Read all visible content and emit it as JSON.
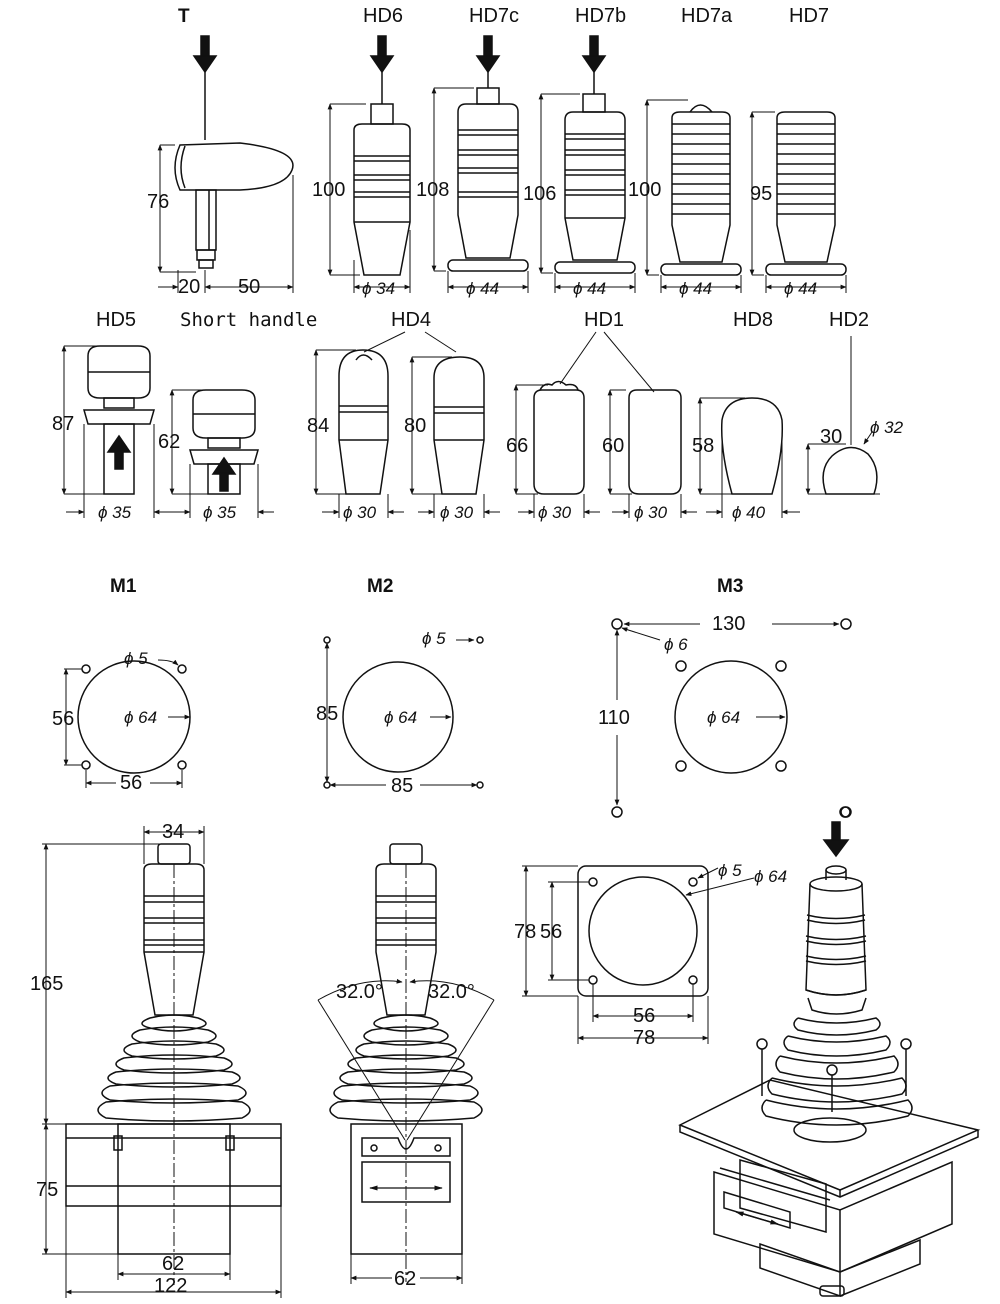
{
  "handles": {
    "T": "T",
    "HD6": "HD6",
    "HD7c": "HD7c",
    "HD7b": "HD7b",
    "HD7a": "HD7a",
    "HD7": "HD7",
    "HD5": "HD5",
    "short": "Short handle",
    "HD4": "HD4",
    "HD1": "HD1",
    "HD8": "HD8",
    "HD2": "HD2"
  },
  "mounts": {
    "M1": "M1",
    "M2": "M2",
    "M3": "M3"
  },
  "dims": {
    "t_h": "76",
    "t_w1": "20",
    "t_w2": "50",
    "hd6_h": "100",
    "hd6_d": "ϕ 34",
    "hd7c_h": "108",
    "hd7c_d": "ϕ 44",
    "hd7b_h": "106",
    "hd7b_d": "ϕ 44",
    "hd7a_h": "100",
    "hd7a_d": "ϕ 44",
    "hd7_h": "95",
    "hd7_d": "ϕ 44",
    "hd5_h": "87",
    "hd5_d": "ϕ 35",
    "short_h": "62",
    "short_d": "ϕ 35",
    "hd4a_h": "84",
    "hd4a_d": "ϕ 30",
    "hd4b_h": "80",
    "hd4b_d": "ϕ 30",
    "hd1a_h": "66",
    "hd1a_d": "ϕ 30",
    "hd1b_h": "60",
    "hd1b_d": "ϕ 30",
    "hd8_h": "58",
    "hd8_d": "ϕ 40",
    "hd2_h": "30",
    "hd2_d": "ϕ 32",
    "m1_hole": "ϕ 5",
    "m1_dia": "ϕ 64",
    "m1_v": "56",
    "m1_h": "56",
    "m2_hole": "ϕ 5",
    "m2_dia": "ϕ 64",
    "m2_v": "85",
    "m2_h": "85",
    "m3_hole": "ϕ 6",
    "m3_dia": "ϕ 64",
    "m3_v": "110",
    "m3_h": "130",
    "front_top": "34",
    "front_h1": "165",
    "front_h2": "75",
    "front_w1": "62",
    "front_w2": "122",
    "side_angle_l": "32.0°",
    "side_angle_r": "32.0°",
    "side_w": "62",
    "plate_h1": "78",
    "plate_h2": "56",
    "plate_w1": "56",
    "plate_w2": "78",
    "plate_hole": "ϕ 5",
    "plate_dia": "ϕ 64"
  }
}
